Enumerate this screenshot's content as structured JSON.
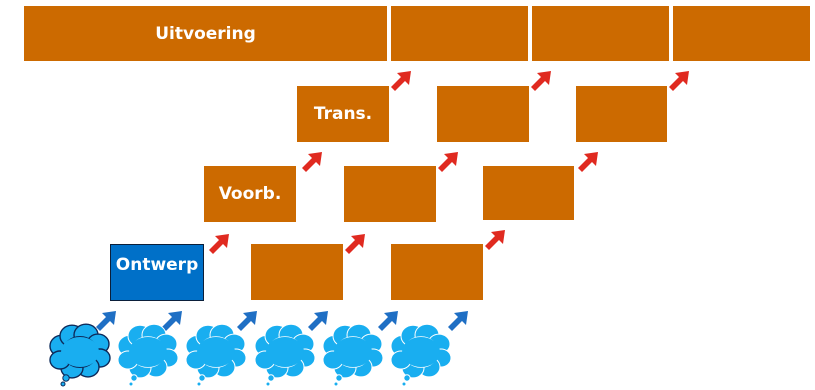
{
  "stages": {
    "uitvoering": "Uitvoering",
    "trans": "Trans.",
    "voorb": "Voorb.",
    "ontwerp": "Ontwerp"
  },
  "colors": {
    "stage_box": "#cc6a00",
    "design_box": "#0070c8",
    "arrow_red": "#e02a20",
    "arrow_blue": "#1f6fc4",
    "cloud": "#19aef0",
    "cloud_outline": "#0d2a5a"
  },
  "icons": {
    "arrow_up_right": "arrow-up-right-icon",
    "idea_cloud": "thought-cloud-icon"
  }
}
